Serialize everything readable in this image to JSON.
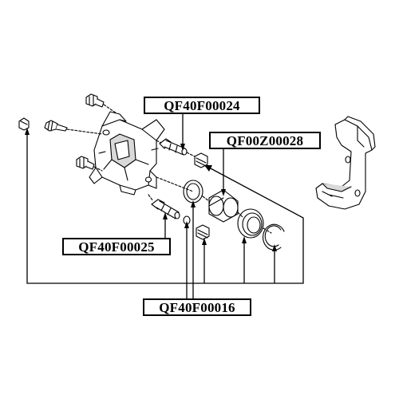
{
  "labels": {
    "guide_pin_upper": "QF40F00024",
    "piston": "QF00Z00028",
    "guide_pin_lower": "QF40F00025",
    "repair_kit": "QF40F00016"
  },
  "colors": {
    "line": "#000000",
    "background": "#ffffff",
    "shade": "#d9d9d9"
  }
}
